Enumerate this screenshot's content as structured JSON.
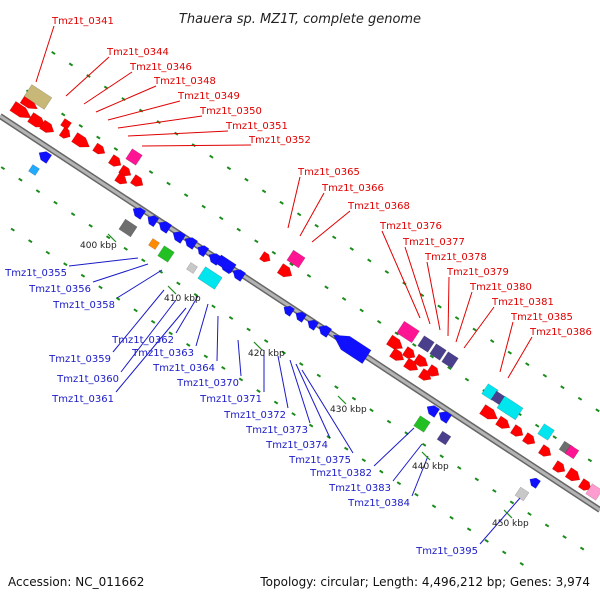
{
  "header": {
    "title": "Thauera sp. MZ1T, complete genome"
  },
  "footer": {
    "accession": "Accession: NC_011662",
    "summary": "Topology: circular; Length: 4,496,212 bp; Genes: 3,974"
  },
  "scale": {
    "ticks": [
      "400 kbp",
      "410 kbp",
      "420 kbp",
      "430 kbp",
      "440 kbp",
      "450 kbp"
    ]
  },
  "colors": {
    "backbone": "#8c8c8c",
    "forward_label": "#e00000",
    "reverse_label": "#1a1ac8",
    "red": "#ff0000",
    "blue": "#1010ff",
    "magenta": "#ff1493",
    "tan": "#c8b878",
    "cyan": "#00e5ee",
    "gray": "#6e6e6e",
    "light_gray": "#c8c8c8",
    "green": "#22c022",
    "orange": "#ff8c00",
    "slate": "#4a3f8c",
    "pink": "#ff9ccf",
    "tick_green": "#1a8c1a"
  },
  "forward_labels": [
    "Tmz1t_0341",
    "Tmz1t_0344",
    "Tmz1t_0346",
    "Tmz1t_0348",
    "Tmz1t_0349",
    "Tmz1t_0350",
    "Tmz1t_0351",
    "Tmz1t_0352",
    "Tmz1t_0365",
    "Tmz1t_0366",
    "Tmz1t_0368",
    "Tmz1t_0376",
    "Tmz1t_0377",
    "Tmz1t_0378",
    "Tmz1t_0379",
    "Tmz1t_0380",
    "Tmz1t_0381",
    "Tmz1t_0385",
    "Tmz1t_0386"
  ],
  "reverse_labels": [
    "Tmz1t_0355",
    "Tmz1t_0356",
    "Tmz1t_0358",
    "Tmz1t_0359",
    "Tmz1t_0360",
    "Tmz1t_0361",
    "Tmz1t_0362",
    "Tmz1t_0363",
    "Tmz1t_0364",
    "Tmz1t_0370",
    "Tmz1t_0371",
    "Tmz1t_0372",
    "Tmz1t_0373",
    "Tmz1t_0374",
    "Tmz1t_0375",
    "Tmz1t_0382",
    "Tmz1t_0383",
    "Tmz1t_0384",
    "Tmz1t_0395"
  ]
}
